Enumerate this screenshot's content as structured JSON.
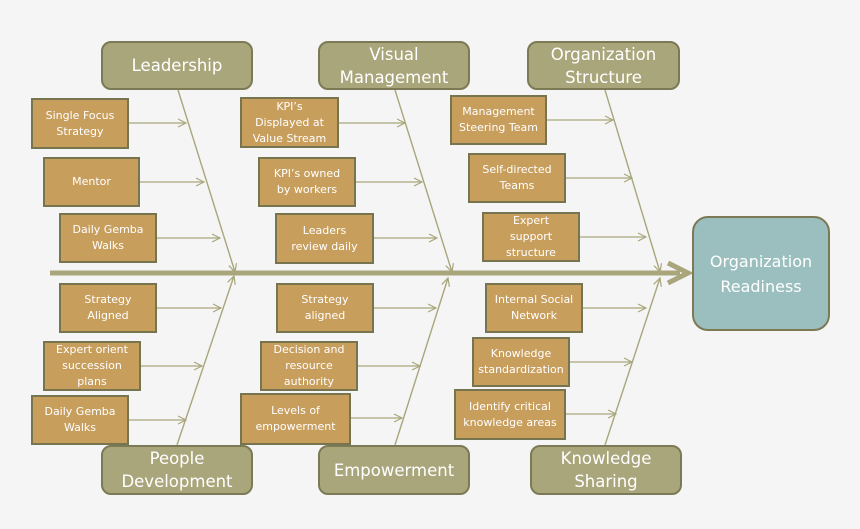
{
  "effect": {
    "label": "Organization\nReadiness",
    "color": "#9bbfbf"
  },
  "colors": {
    "category": "#a9a67c",
    "cause": "#c89e5d",
    "line": "#a9a67c",
    "background": "#f5f5f5"
  },
  "categories": [
    {
      "id": "leadership",
      "label": "Leadership",
      "position": "top",
      "causes": [
        "Single Focus\nStrategy",
        "Mentor",
        "Daily Gemba\nWalks"
      ]
    },
    {
      "id": "visual-management",
      "label": "Visual\nManagement",
      "position": "top",
      "causes": [
        "KPI’s\nDisplayed at\nValue Stream",
        "KPI’s owned\nby workers",
        "Leaders\nreview daily"
      ]
    },
    {
      "id": "organization-structure",
      "label": "Organization\nStructure",
      "position": "top",
      "causes": [
        "Management\nSteering Team",
        "Self-directed\nTeams",
        "Expert\nsupport\nstructure"
      ]
    },
    {
      "id": "people-development",
      "label": "People\nDevelopment",
      "position": "bottom",
      "causes": [
        "Strategy\nAligned",
        "Expert orient\nsuccession\nplans",
        "Daily Gemba\nWalks"
      ]
    },
    {
      "id": "empowerment",
      "label": "Empowerment",
      "position": "bottom",
      "causes": [
        "Strategy\naligned",
        "Decision and\nresource\nauthority",
        "Levels of\nempowerment"
      ]
    },
    {
      "id": "knowledge-sharing",
      "label": "Knowledge\nSharing",
      "position": "bottom",
      "causes": [
        "Internal Social\nNetwork",
        "Knowledge\nstandardization",
        "Identify critical\nknowledge areas"
      ]
    }
  ]
}
